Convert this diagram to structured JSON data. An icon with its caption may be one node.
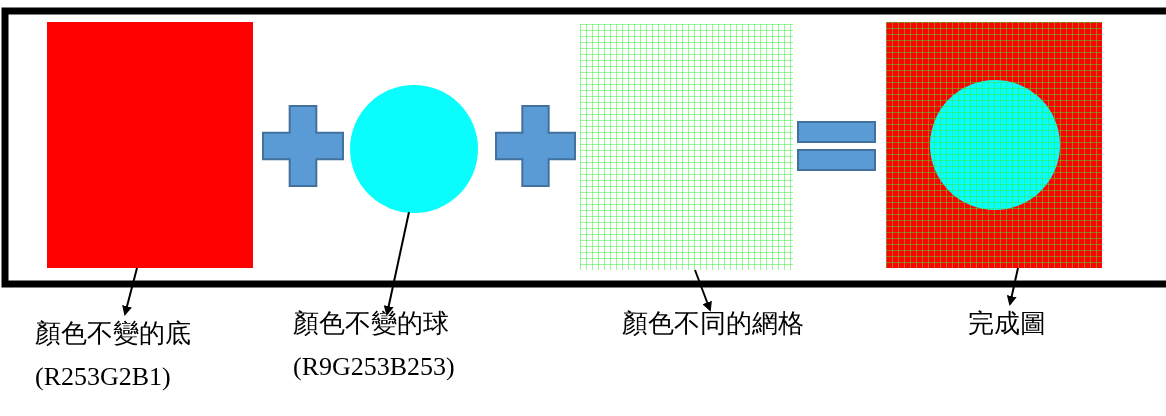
{
  "diagram": {
    "nodes": [
      {
        "text": [],
        "shape": "box"
      },
      {
        "text": [],
        "shape": "plus"
      },
      {
        "text": [],
        "shape": "circle"
      },
      {
        "text": [],
        "shape": "plus"
      },
      {
        "text": [],
        "shape": "box"
      },
      {
        "text": [],
        "shape": "equals"
      },
      {
        "text": [],
        "shape": "box"
      },
      {
        "text": [
          "顏色不變的底",
          "(R253G2B1)"
        ]
      },
      {
        "text": [
          "顏色不變的球",
          "(R9G253B253)"
        ]
      },
      {
        "text": [
          "顏色不同的網格"
        ]
      },
      {
        "text": [
          "完成圖"
        ]
      }
    ],
    "edges": [
      {
        "from": 0,
        "to": 7,
        "arrow": "to"
      },
      {
        "from": 2,
        "to": 8,
        "arrow": "to"
      },
      {
        "from": 4,
        "to": 9,
        "arrow": "to"
      },
      {
        "from": 6,
        "to": 10,
        "arrow": "to"
      }
    ]
  }
}
